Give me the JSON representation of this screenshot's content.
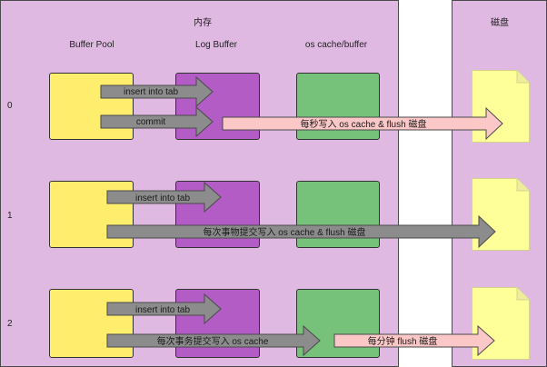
{
  "panels": {
    "memory_title": "内存",
    "disk_title": "磁盘"
  },
  "columns": {
    "buffer_pool": "Buffer Pool",
    "log_buffer": "Log Buffer",
    "os_cache": "os cache/buffer"
  },
  "rows": [
    {
      "label": "0",
      "arrows": [
        {
          "text": "insert into tab",
          "color": "#8c8c8c"
        },
        {
          "text": "commit",
          "color": "#8c8c8c"
        },
        {
          "text": "每秒写入 os cache & flush 磁盘",
          "color": "#fbc7c7"
        }
      ]
    },
    {
      "label": "1",
      "arrows": [
        {
          "text": "insert into tab",
          "color": "#8c8c8c"
        },
        {
          "text": "每次事物提交写入 os cache & flush 磁盘",
          "color": "#8c8c8c"
        }
      ]
    },
    {
      "label": "2",
      "arrows": [
        {
          "text": "insert into tab",
          "color": "#8c8c8c"
        },
        {
          "text": "每次事务提交写入 os cache",
          "color": "#8c8c8c"
        },
        {
          "text": "每分钟 flush 磁盘",
          "color": "#fbc7c7"
        }
      ]
    }
  ],
  "colors": {
    "panel": "#e0b9e3",
    "buffer_pool": "#ffed6e",
    "log_buffer": "#b35cc6",
    "os_cache": "#76c27a",
    "disk_file": "#ffff99",
    "gray_arrow": "#8c8c8c",
    "pink_arrow": "#fbc7c7"
  }
}
